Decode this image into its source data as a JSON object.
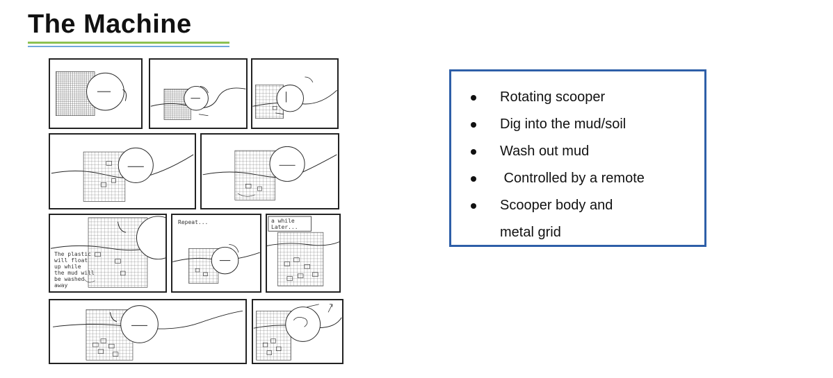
{
  "slide": {
    "title": "The Machine",
    "accent_green": "#8cc152",
    "accent_blue": "#6fa8dc",
    "box_border_color": "#2e5fa8"
  },
  "bullets": [
    "Rotating scooper",
    "Dig into the mud/soil",
    "Wash out mud",
    " Controlled by a remote",
    "Scooper body and"
  ],
  "bullet_continuation": "metal grid",
  "storyboard": {
    "notes": {
      "repeat": "Repeat...",
      "later": "a while\nLater...",
      "plastic": "The plastic\nwill float\nup while\nthe mud will\nbe washed\naway"
    }
  }
}
